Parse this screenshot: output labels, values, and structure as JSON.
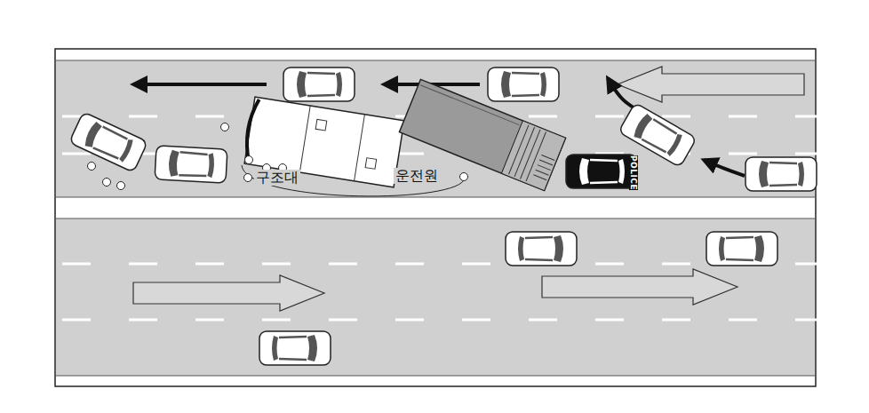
{
  "diagram": {
    "labels": [
      "구조대",
      "운전원",
      "POLICE"
    ]
  }
}
